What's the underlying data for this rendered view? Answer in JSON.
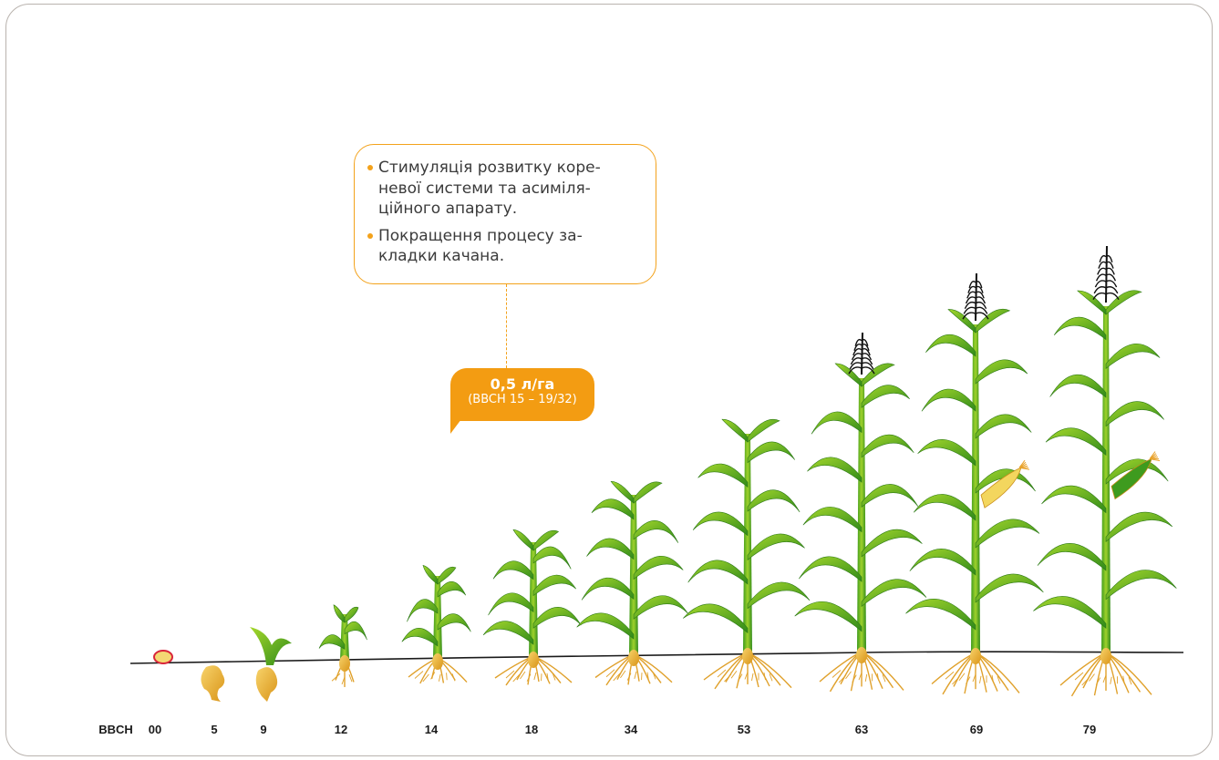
{
  "callout": {
    "bullets": [
      "Стимуляція розвитку коре-\nневої системи та асиміля-\nційного апарату.",
      "Покращення процесу за-\nкладки качана."
    ]
  },
  "dose": {
    "rate": "0,5 л/га",
    "stage": "(BBCH 15 – 19/32)"
  },
  "scale": {
    "prefix": "BBCH",
    "stages": [
      "00",
      "5",
      "9",
      "12",
      "14",
      "18",
      "34",
      "53",
      "63",
      "69",
      "79"
    ]
  },
  "colors": {
    "accent": "#f39c12",
    "leaf": "#3f9a1e",
    "leaf_light": "#9bcf2a",
    "root": "#e8a92a",
    "ground": "#1a1a1a",
    "tassel": "#111111"
  }
}
